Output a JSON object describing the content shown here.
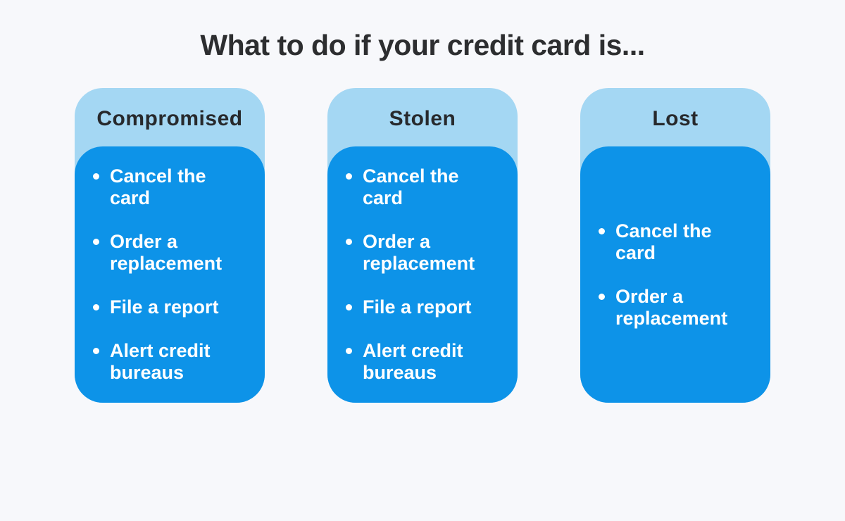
{
  "title": "What to do if your credit card is...",
  "colors": {
    "background": "#f7f8fb",
    "card_header_bg": "#a4d7f3",
    "card_body_bg": "#0d93e8",
    "title_text": "#2d2e30",
    "header_text": "#27292c",
    "body_text": "#ffffff"
  },
  "cards": [
    {
      "header": "Compromised",
      "items": [
        "Cancel the card",
        "Order a replacement",
        "File a report",
        "Alert credit bureaus"
      ]
    },
    {
      "header": "Stolen",
      "items": [
        "Cancel the card",
        "Order a replacement",
        "File a report",
        "Alert credit bureaus"
      ]
    },
    {
      "header": "Lost",
      "items": [
        "Cancel the card",
        "Order a replacement"
      ]
    }
  ]
}
